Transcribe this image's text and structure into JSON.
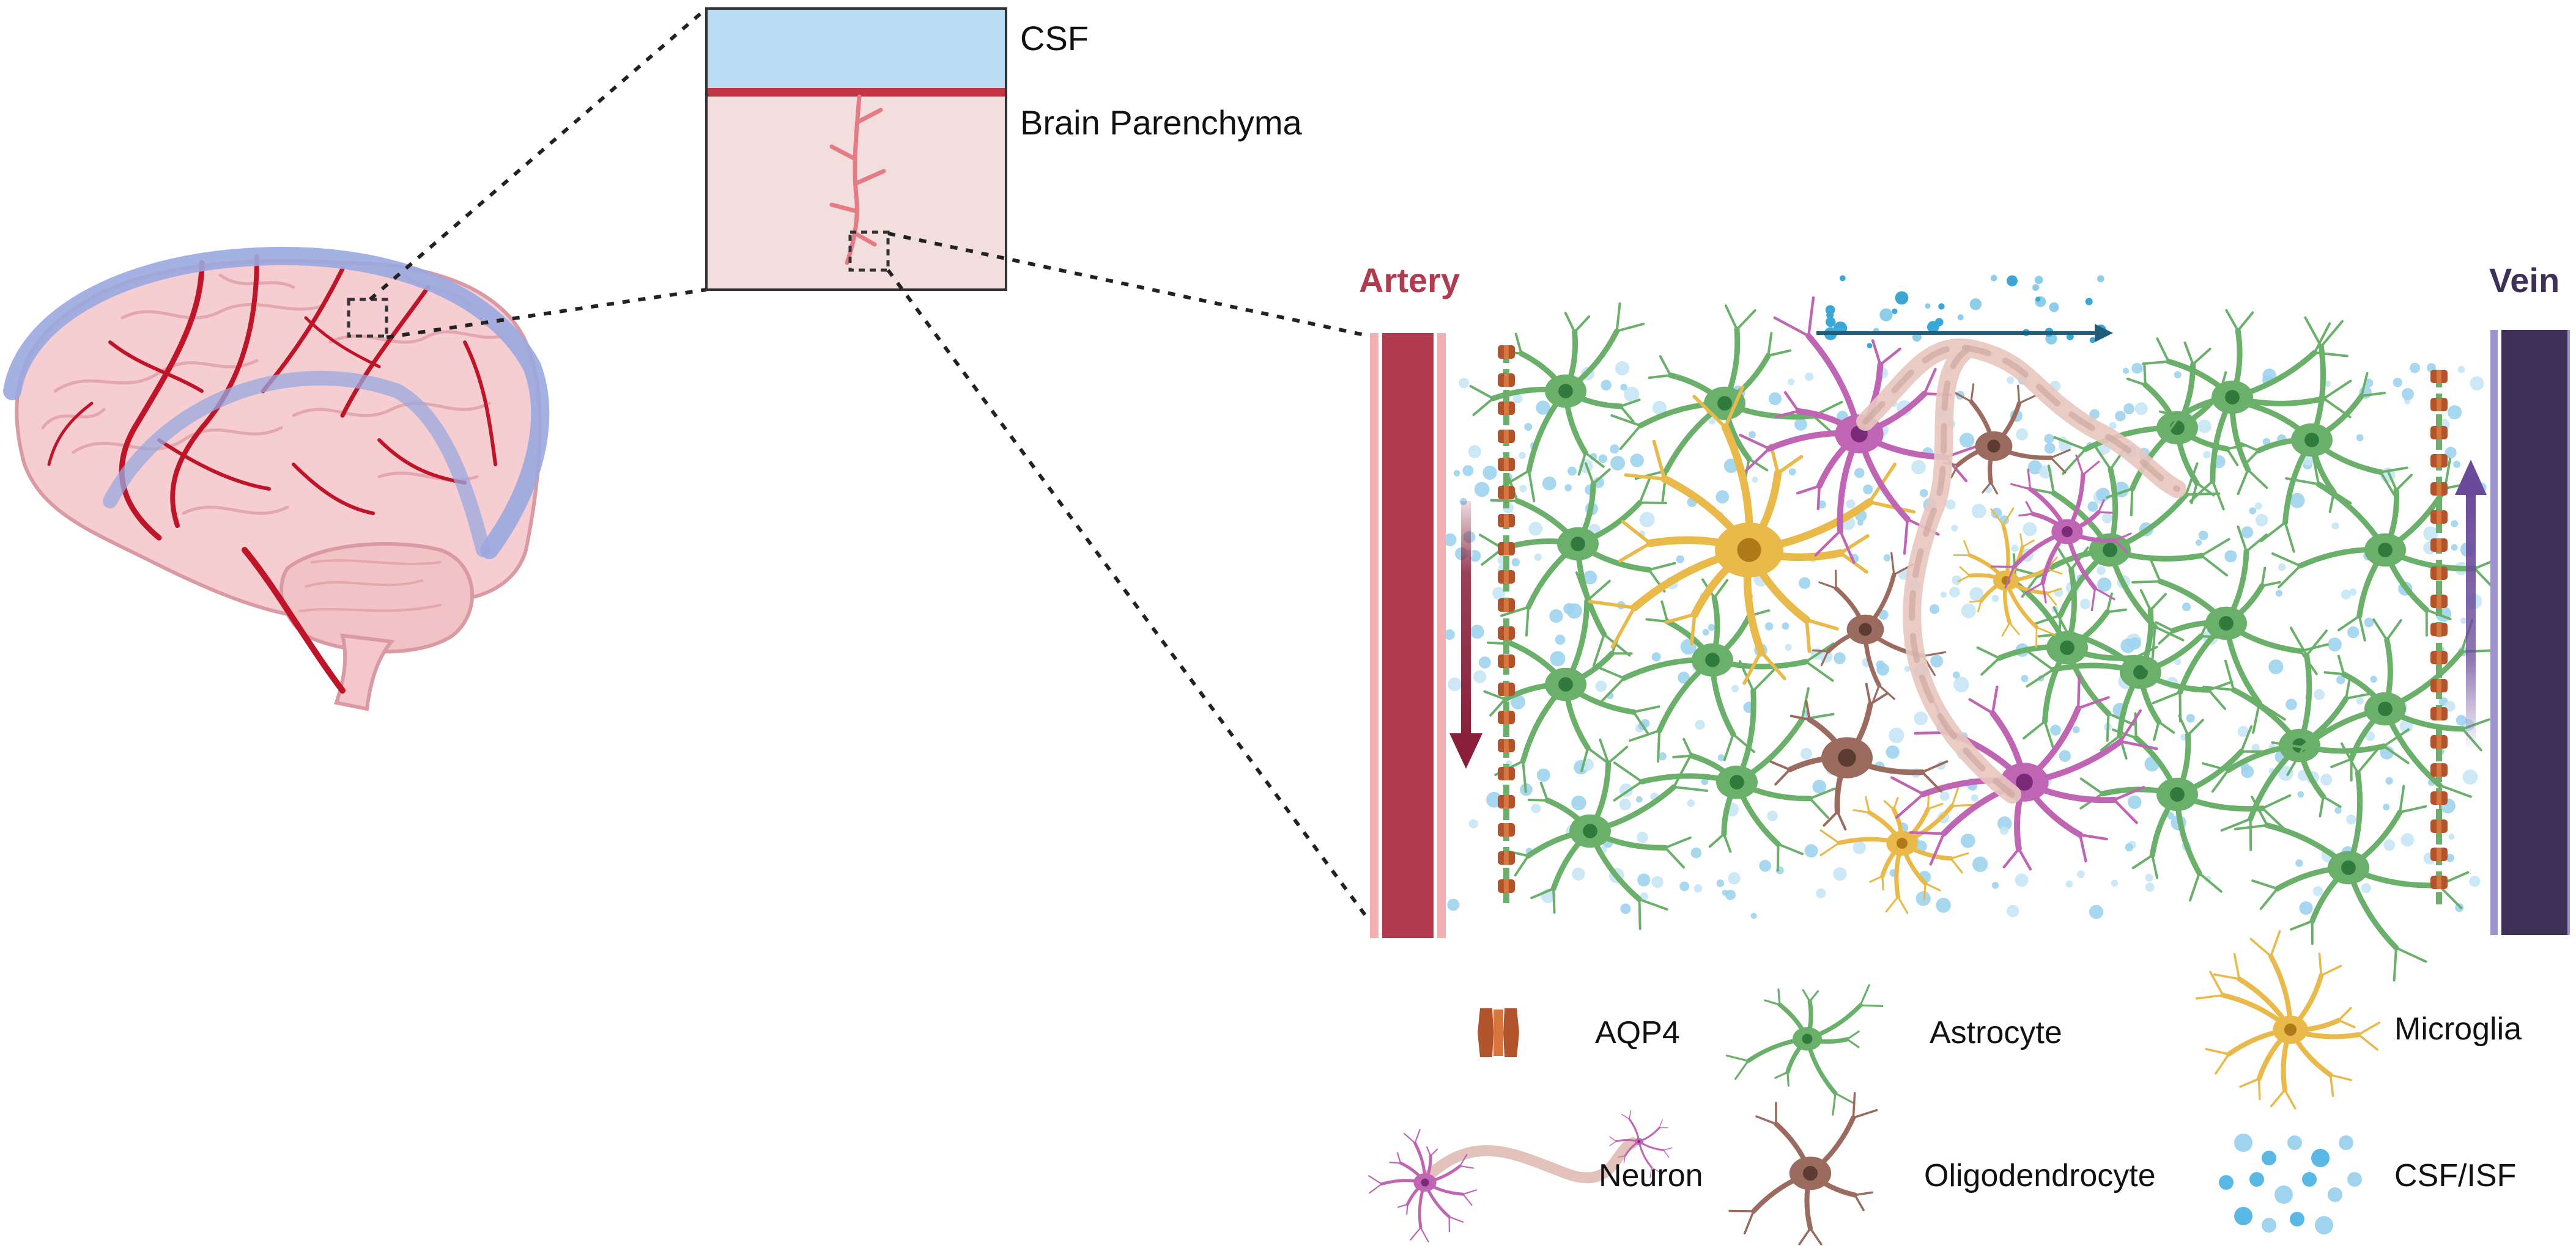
{
  "inset": {
    "csf_label": "CSF",
    "parenchyma_label": "Brain Parenchyma"
  },
  "vessels": {
    "artery": {
      "label": "Artery",
      "color": "#b03a4e"
    },
    "vein": {
      "label": "Vein",
      "color": "#3e3159"
    }
  },
  "colors": {
    "csf_layer": "#b9dcf2",
    "parenchyma": "#f3dede",
    "astrocyte": "#6ab06a",
    "microglia": "#e9b94a",
    "neuron": "#c064b4",
    "oligodendrocyte": "#9a6b5e",
    "aqp4": "#b2542b",
    "csf_isf": "#59b9e4",
    "brain_vessels": "#c01428",
    "sinus": "#9aa8e0"
  },
  "legend": {
    "items": [
      {
        "label": "AQP4",
        "icon": "aqp4-channel-icon"
      },
      {
        "label": "Astrocyte",
        "icon": "astrocyte-icon"
      },
      {
        "label": "Microglia",
        "icon": "microglia-icon"
      },
      {
        "label": "Neuron",
        "icon": "neuron-icon"
      },
      {
        "label": "Oligodendrocyte",
        "icon": "oligodendrocyte-icon"
      },
      {
        "label": "CSF/ISF",
        "icon": "csf-isf-droplets-icon"
      }
    ]
  }
}
